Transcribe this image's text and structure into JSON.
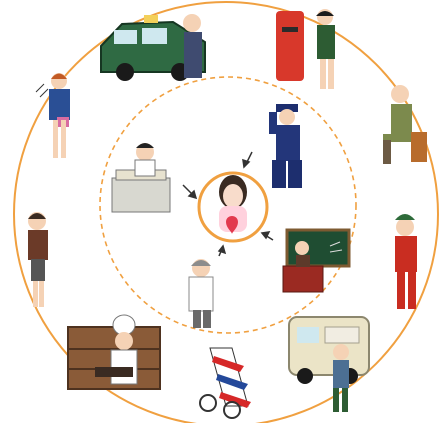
{
  "diagram": {
    "type": "concentric-community-diagram",
    "center": "girl-with-heart",
    "inner_ring": [
      "office-worker",
      "police-officer",
      "doctor",
      "teacher"
    ],
    "outer_ring": [
      "taxi-driver",
      "mail-carrier",
      "elderly-man-sitting",
      "firefighter",
      "delivery-truck-driver",
      "barber-pole",
      "cook",
      "shop-clerk",
      "businesswoman-on-phone"
    ],
    "colors": {
      "ring": "#f0a040",
      "inner_ring": "#f0a040",
      "center_ring": "#f0a040",
      "arrow": "#333333"
    }
  }
}
